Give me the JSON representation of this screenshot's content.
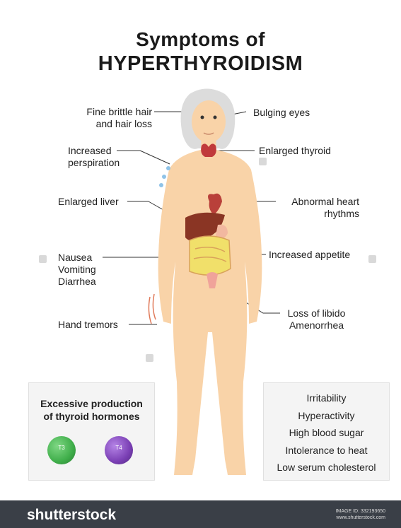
{
  "title": {
    "line1": "Symptoms of",
    "line2": "HYPERTHYROIDISM"
  },
  "labels": {
    "hair": [
      "Fine brittle hair",
      "and hair loss"
    ],
    "eyes": "Bulging eyes",
    "perspiration": [
      "Increased",
      "perspiration"
    ],
    "thyroid": "Enlarged thyroid",
    "liver": "Enlarged liver",
    "heart": [
      "Abnormal heart",
      "rhythms"
    ],
    "nausea": [
      "Nausea",
      "Vomiting",
      "Diarrhea"
    ],
    "appetite": "Increased appetite",
    "tremors": "Hand tremors",
    "libido": [
      "Loss of libido",
      "Amenorrhea"
    ]
  },
  "hormone_box": {
    "title": [
      "Excessive production",
      "of thyroid hormones"
    ],
    "t3": "T3",
    "t4": "T4"
  },
  "symptom_list": [
    "Irritability",
    "Hyperactivity",
    "High blood sugar",
    "Intolerance to heat",
    "Low serum cholesterol"
  ],
  "footer": {
    "brand": "shutterstock",
    "image_id": "IMAGE ID: 332193650",
    "site": "www.shutterstock.com"
  },
  "colors": {
    "skin": "#f9d3a8",
    "skin_shadow": "#efc08e",
    "hair": "#dcdcdc",
    "thyroid": "#c0393b",
    "liver": "#8a3524",
    "intestine": "#f1e06a",
    "footer": "#3a3f47",
    "t3": "#3fae4a",
    "t4": "#7a3fb4"
  }
}
